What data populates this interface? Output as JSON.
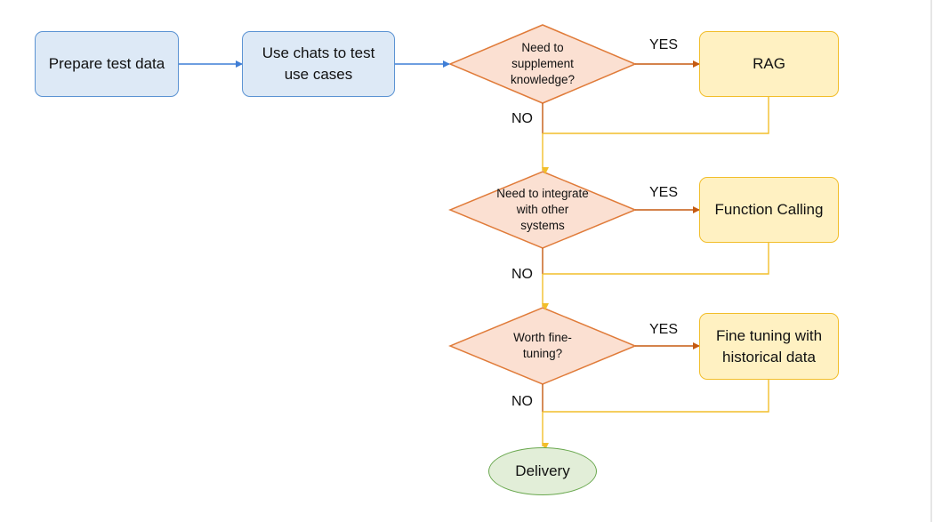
{
  "nodes": {
    "prepare": "Prepare test data",
    "use_chats": "Use chats to test use cases",
    "q_knowledge": "Need to supplement knowledge?",
    "rag": "RAG",
    "q_integrate": "Need to integrate with other systems",
    "function_calling": "Function Calling",
    "q_finetune": "Worth fine-tuning?",
    "fine_tuning": "Fine tuning with historical data",
    "delivery": "Delivery"
  },
  "edge_labels": {
    "yes": "YES",
    "no": "NO"
  },
  "colors": {
    "blue_fill": "#dde9f6",
    "blue_border": "#5b93d3",
    "decision_fill": "#fbe0d2",
    "decision_border": "#e07b39",
    "yellow_fill": "#fff1c2",
    "yellow_border": "#f2be2a",
    "green_fill": "#e2eed8",
    "green_border": "#6aa84f",
    "blue_arrow": "#3f7ed6",
    "orange_arrow": "#c55a11",
    "yellow_line": "#f2be2a"
  }
}
